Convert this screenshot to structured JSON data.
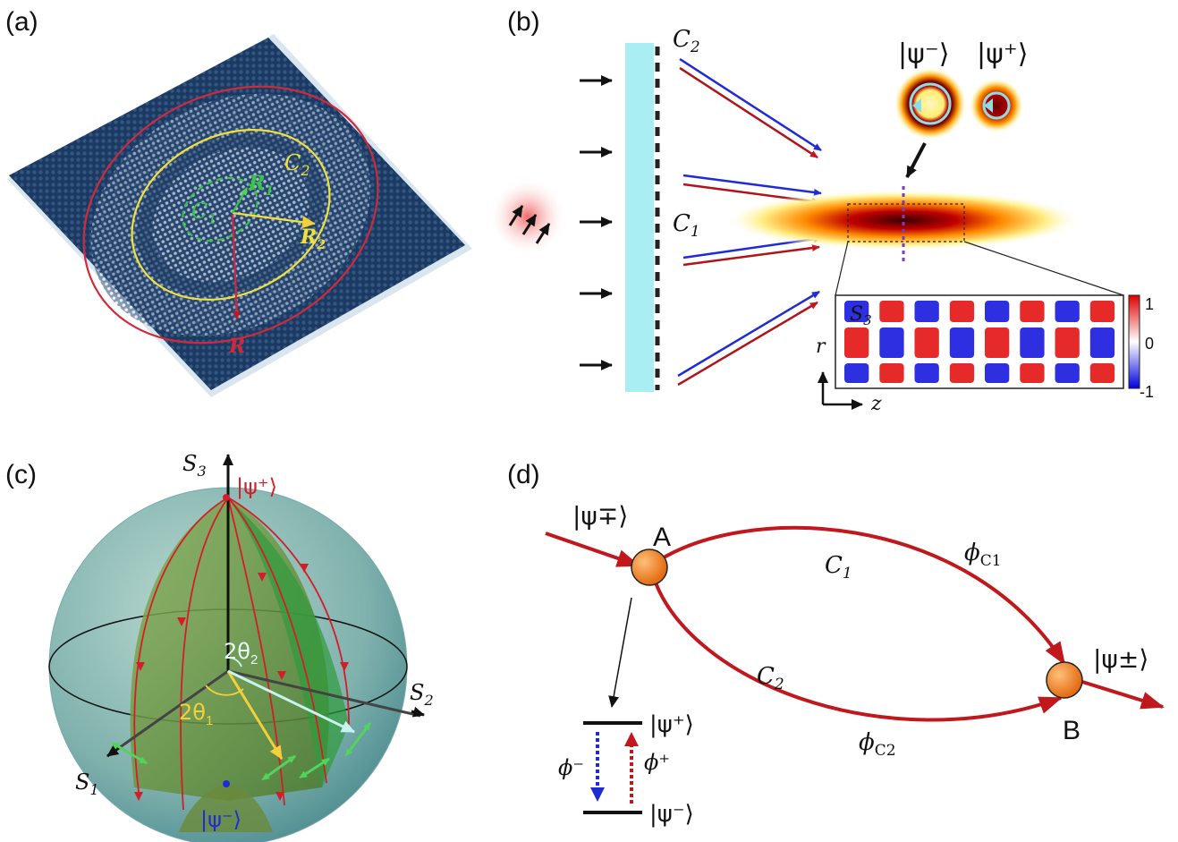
{
  "panels": {
    "a": {
      "label": "(a)",
      "c2": "C",
      "c2_sub": "2",
      "c1": "C",
      "c1_sub": "1",
      "r1": "R",
      "r1_sub": "1",
      "r2": "R",
      "r2_sub": "2",
      "r": "R"
    },
    "b": {
      "label": "(b)",
      "c2": "C",
      "c2_sub": "2",
      "c1": "C",
      "c1_sub": "1",
      "psi_minus": "|ψ⁻⟩",
      "psi_plus": "|ψ⁺⟩",
      "s3": "S",
      "s3_sub": "3",
      "r_axis": "r",
      "z_axis": "z",
      "cbar_max": "1",
      "cbar_mid": "0",
      "cbar_min": "-1"
    },
    "c": {
      "label": "(c)",
      "s3": "S",
      "s3_sub": "3",
      "s2": "S",
      "s2_sub": "2",
      "s1": "S",
      "s1_sub": "1",
      "psi_plus": "|ψ⁺⟩",
      "psi_minus": "|ψ⁻⟩",
      "theta2": "2θ",
      "theta2_sub": "2",
      "theta1": "2θ",
      "theta1_sub": "1"
    },
    "d": {
      "label": "(d)",
      "psi_in": "|ψ∓⟩",
      "a": "A",
      "b": "B",
      "c1": "C",
      "c1_sub": "1",
      "c2": "C",
      "c2_sub": "2",
      "phi_c1": "ϕ",
      "phi_c1_sub": "C1",
      "phi_c2": "ϕ",
      "phi_c2_sub": "C2",
      "psi_out": "|ψ±⟩",
      "level_plus": "|ψ⁺⟩",
      "level_minus": "|ψ⁻⟩",
      "phi_minus": "ϕ⁻",
      "phi_plus": "ϕ⁺"
    }
  },
  "colors": {
    "navy": "#1b3a63",
    "red": "#c0181c",
    "blue": "#1f2bd6",
    "cyan": "#a8eef2",
    "green": "#43a847",
    "orange": "#f08c2a"
  }
}
